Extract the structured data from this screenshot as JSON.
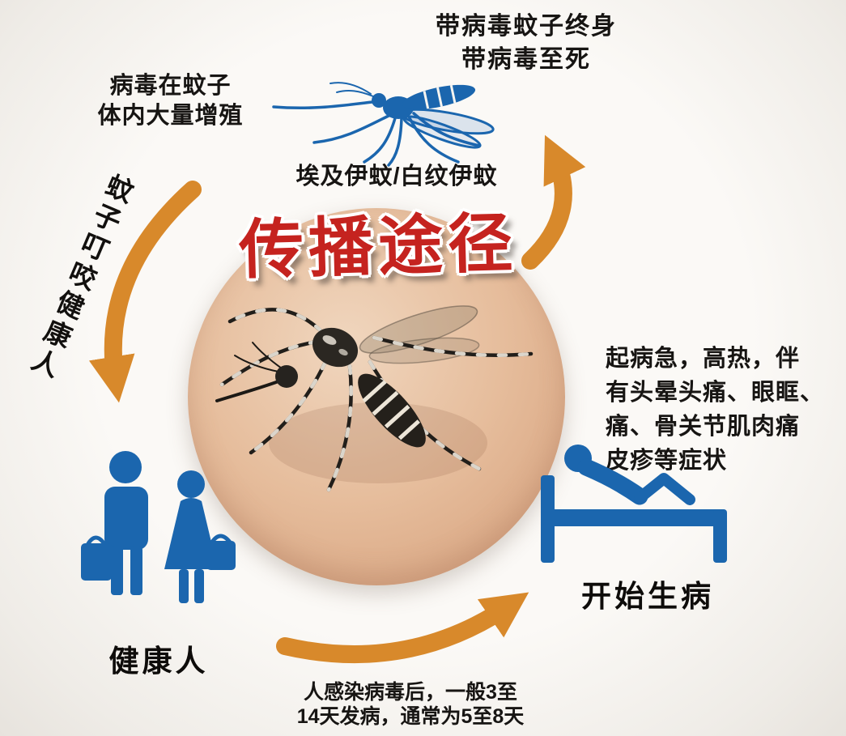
{
  "title": {
    "text": "传播途径"
  },
  "annotations": {
    "mosquito_lifelong": {
      "line1": "带病毒蚊子终身",
      "line2": "带病毒至死"
    },
    "virus_multiplies": {
      "line1": "病毒在蚊子",
      "line2": "体内大量增殖"
    },
    "species": "埃及伊蚊/白纹伊蚊",
    "bite_healthy": "蚊子叮咬健康人",
    "symptoms": {
      "line1": "起病急，高热，伴",
      "line2": "有头晕头痛、眼眶、",
      "line3": "痛、骨关节肌肉痛",
      "line4": "皮疹等症状"
    },
    "incubation": {
      "line1": "人感染病毒后，一般3至",
      "line2": "14天发病，通常为5至8天"
    }
  },
  "nodes": {
    "healthy_person": "健康人",
    "start_sick": "开始生病"
  },
  "icons": {
    "cartoon_mosquito": "blue-cartoon-mosquito-icon",
    "photo_mosquito": "aedes-mosquito-on-skin-illustration",
    "healthy_people": "two-people-with-bags-icon",
    "sick_bed": "person-lying-in-bed-icon",
    "arrows": "orange-cycle-arrows"
  },
  "colors": {
    "title_red": "#c5231f",
    "arrow_orange": "#d8892b",
    "icon_blue": "#1b66ae",
    "skin_tone": "#e3b393",
    "text_black": "#171513"
  }
}
